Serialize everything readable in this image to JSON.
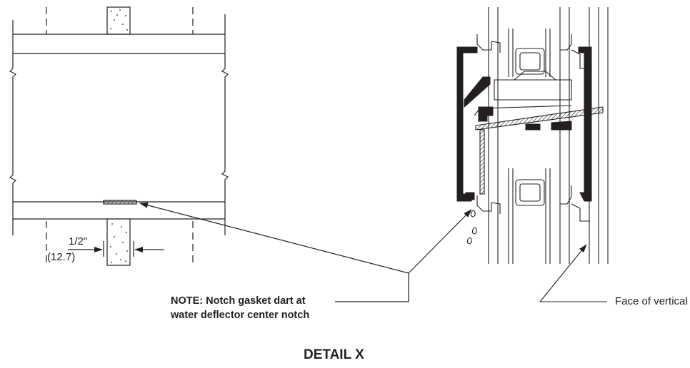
{
  "dimension": {
    "imperial": "1/2\"",
    "metric": "(12.7)"
  },
  "note": {
    "line1": "NOTE: Notch gasket dart at",
    "line2": "water deflector center notch"
  },
  "face_label": "Face of vertical",
  "detail_title": "DETAIL X",
  "colors": {
    "ink": "#231f20",
    "background": "#ffffff"
  }
}
